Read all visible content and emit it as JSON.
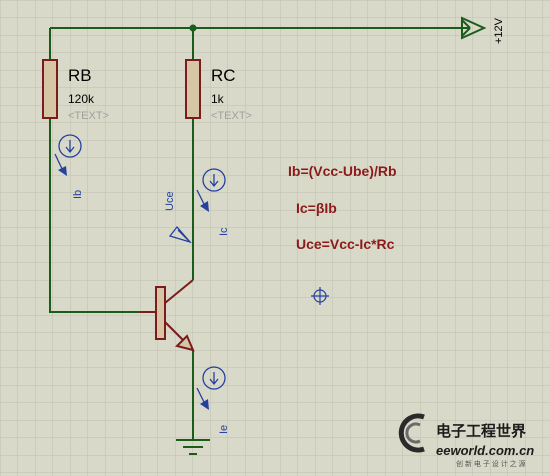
{
  "components": {
    "rb": {
      "ref": "RB",
      "value": "120k",
      "placeholder": "<TEXT>"
    },
    "rc": {
      "ref": "RC",
      "value": "1k",
      "placeholder": "<TEXT>"
    }
  },
  "supply": {
    "label": "+12V"
  },
  "probes": {
    "ib": "Ib",
    "ic": "Ic",
    "ie": "Ie",
    "uce": "Uce"
  },
  "equations": [
    "Ib=(Vcc-Ube)/Rb",
    "Ic=βIb",
    "Uce=Vcc-Ic*Rc"
  ],
  "watermark": {
    "brand_cn": "电子工程世界",
    "brand_en": "eeworld.com.cn",
    "slogan": "创 新 电 子 设 计 之 源"
  },
  "colors": {
    "background": "#d9d9c9",
    "grid": "#c0c0b0",
    "wire": "#1a5c1a",
    "component_outline": "#7a1c1c",
    "component_fill": "#d7c6a6",
    "probe": "#2440a0",
    "equation_text": "#8b1a1a"
  }
}
